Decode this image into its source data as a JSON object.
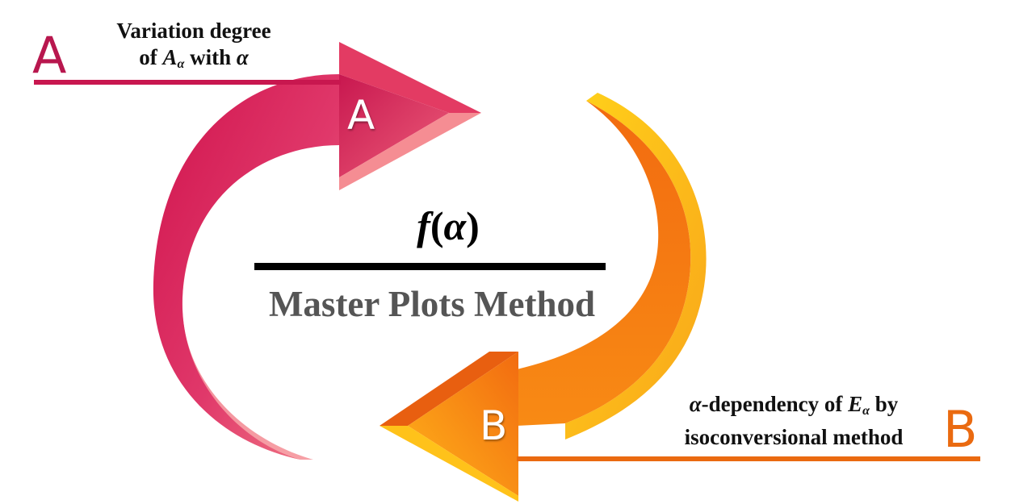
{
  "labels": {
    "big_a": "A",
    "big_b": "B",
    "arrow_a": "A",
    "arrow_b": "B"
  },
  "desc_a": {
    "line1": "Variation degree",
    "line2_prefix": "of ",
    "var": "A",
    "sub": "α",
    "line2_suffix": " with ",
    "alpha": "α"
  },
  "desc_b": {
    "alpha": "α",
    "line1_mid": "-dependency of ",
    "var": "E",
    "sub": "α",
    "line1_suffix": " by",
    "line2": "isoconversional method"
  },
  "center": {
    "func_name": "f",
    "func_open": "(",
    "func_arg": "α",
    "func_close": ")",
    "method": "Master Plots Method"
  },
  "colors": {
    "crimson": "#c8174f",
    "pink": "#f27d87",
    "orange": "#f47a12",
    "yellow": "#ffc20e",
    "rule": "#000000",
    "method_text": "#555555"
  }
}
